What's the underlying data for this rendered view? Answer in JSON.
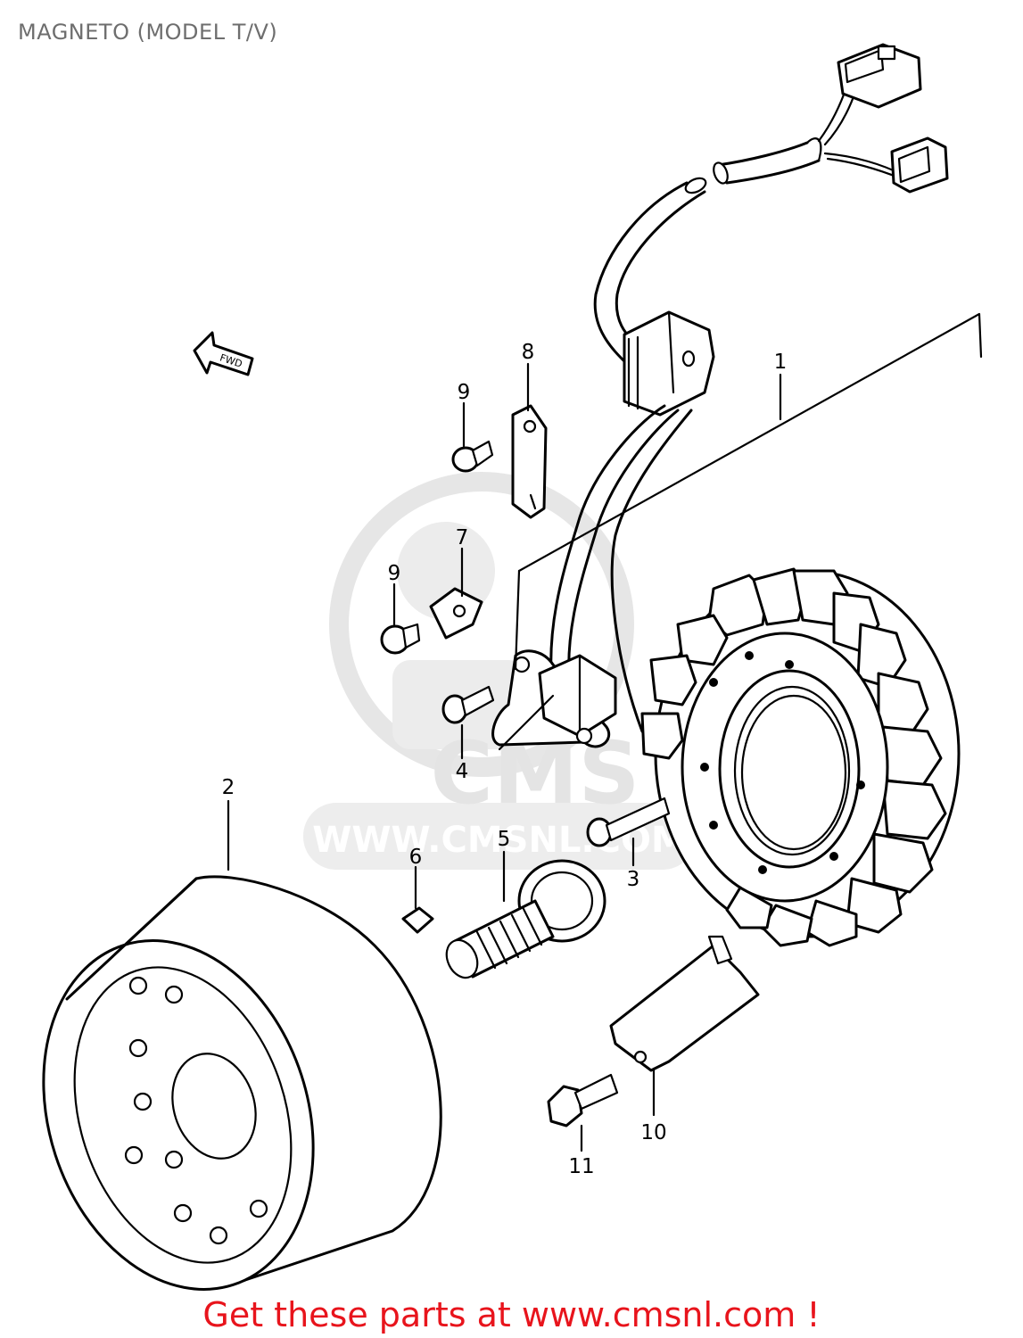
{
  "title": "MAGNETO (MODEL T/V)",
  "footer": {
    "text": "Get these parts at www.cmsnl.com !",
    "color": "#e8141c"
  },
  "watermark": {
    "logo_text": "CMS",
    "url_text": "WWW.CMSNL.COM",
    "color": "#e4e4e4"
  },
  "direction_arrow": {
    "text": "FWD",
    "icon": "front-direction-arrow-icon"
  },
  "callouts": [
    "1",
    "2",
    "3",
    "4",
    "5",
    "6",
    "7",
    "8",
    "9",
    "9",
    "10",
    "11"
  ]
}
